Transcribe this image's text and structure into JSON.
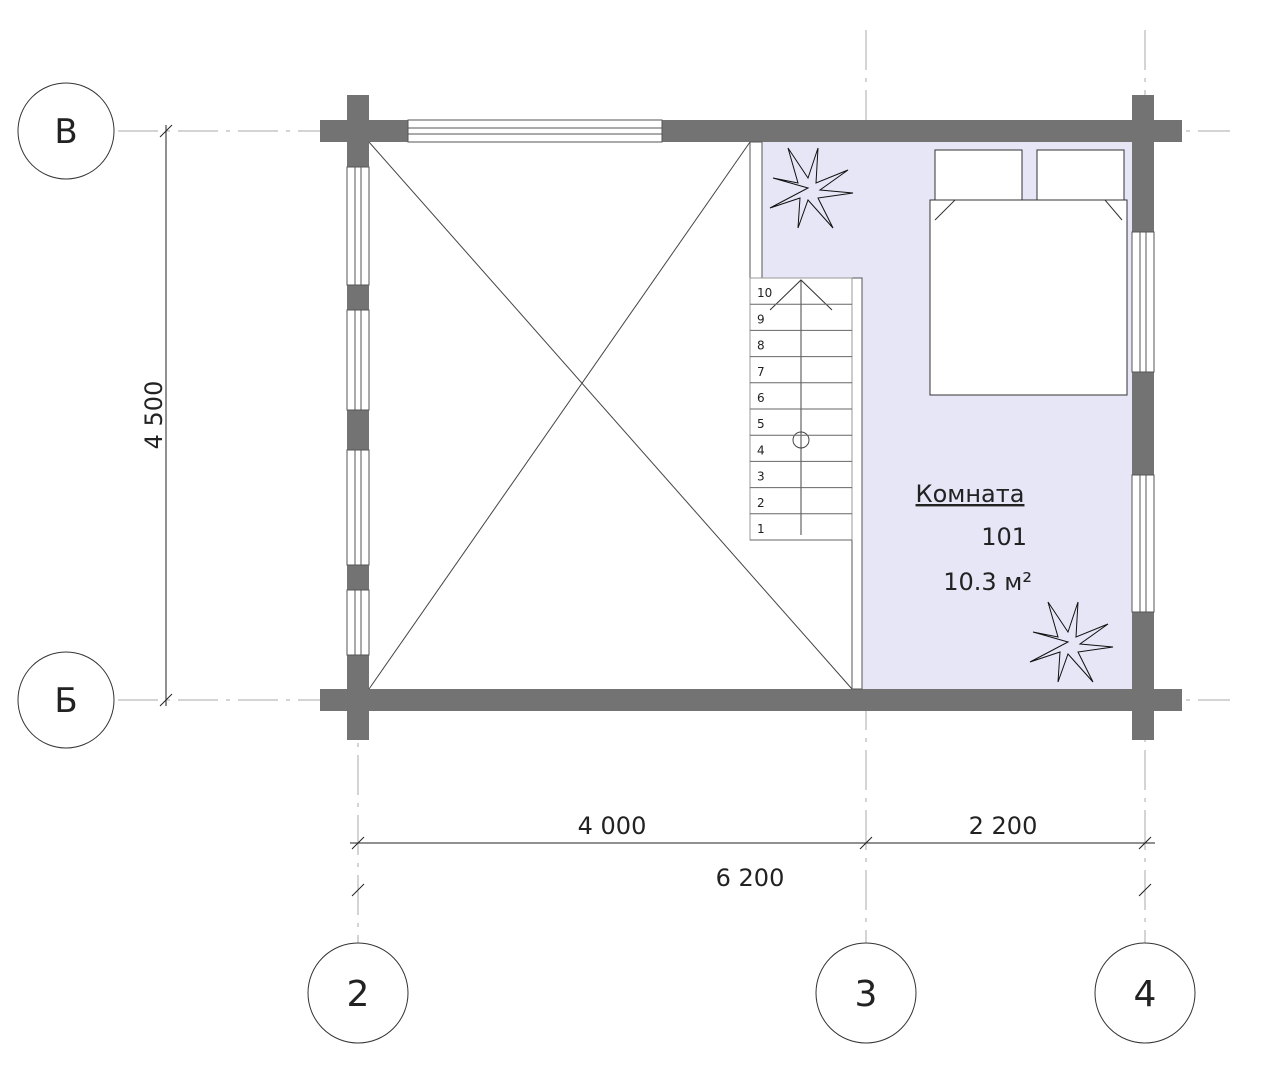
{
  "axes": {
    "rows": [
      "В",
      "Б"
    ],
    "columns": [
      "2",
      "3",
      "4"
    ]
  },
  "dimensions": {
    "vertical": "4 500",
    "segment_1": "4 000",
    "segment_2": "2 200",
    "total": "6 200"
  },
  "room": {
    "name": "Комната",
    "number": "101",
    "area": "10.3 м²"
  },
  "stairs": {
    "steps": [
      "1",
      "2",
      "3",
      "4",
      "5",
      "6",
      "7",
      "8",
      "9",
      "10"
    ]
  },
  "colors": {
    "wall": "#737373",
    "room_fill": "#e6e6f7"
  }
}
